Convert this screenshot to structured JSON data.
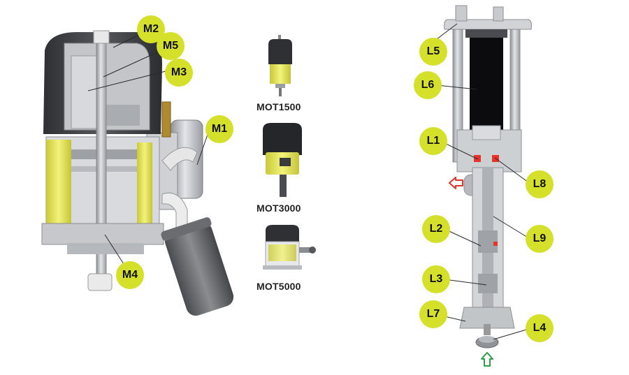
{
  "colors": {
    "accent": "#d4e02a",
    "body_dark": "#3d3e42",
    "metal": "#b9bcc0",
    "cylinder_yellow": "#ecec5a",
    "outlet_arrow": "#e8322c",
    "inlet_arrow": "#2e9f48"
  },
  "motor_assembly": {
    "callouts": [
      "M1",
      "M2",
      "M3",
      "M4",
      "M5"
    ]
  },
  "models": [
    {
      "label": "MOT1500"
    },
    {
      "label": "MOT3000"
    },
    {
      "label": "MOT5000"
    }
  ],
  "lower_pump": {
    "callouts": [
      "L1",
      "L2",
      "L3",
      "L4",
      "L5",
      "L6",
      "L7",
      "L8",
      "L9"
    ],
    "outlet_arrow_icon": "arrow-left-icon",
    "inlet_arrow_icon": "arrow-up-icon"
  }
}
